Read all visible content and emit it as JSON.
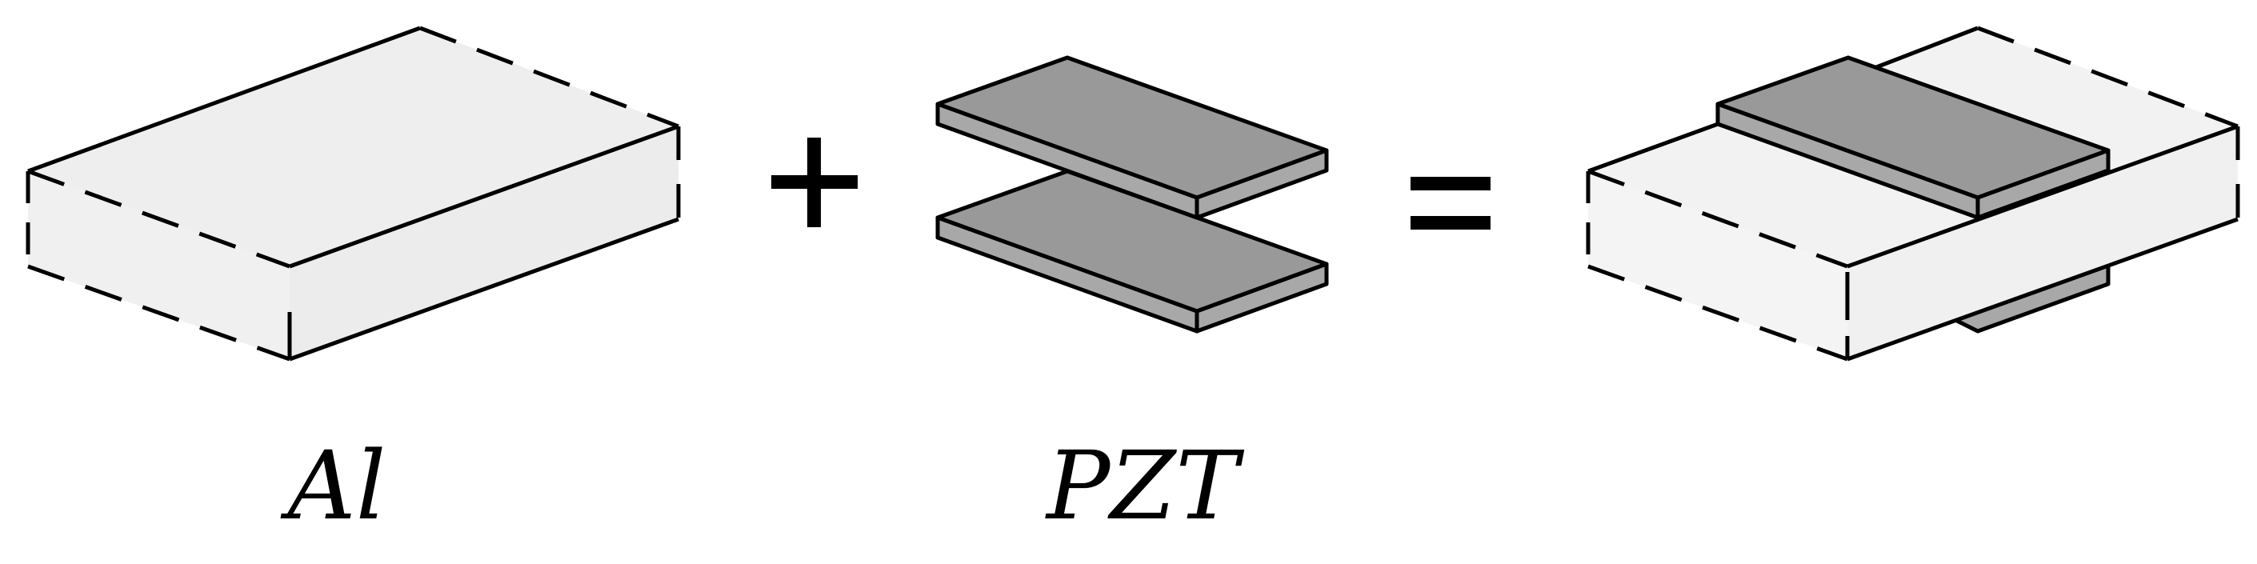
{
  "labels": {
    "aluminum": "Al",
    "piezo": "PZT"
  },
  "operators": {
    "plus": "plus",
    "equals": "equals"
  },
  "colors": {
    "background": "#ffffff",
    "aluminum_fill": "#eeeeee",
    "aluminum_fill_result": "#f2f2f2",
    "pzt_top": "#999999",
    "pzt_side": "#a8a8a8",
    "stroke": "#000000"
  }
}
